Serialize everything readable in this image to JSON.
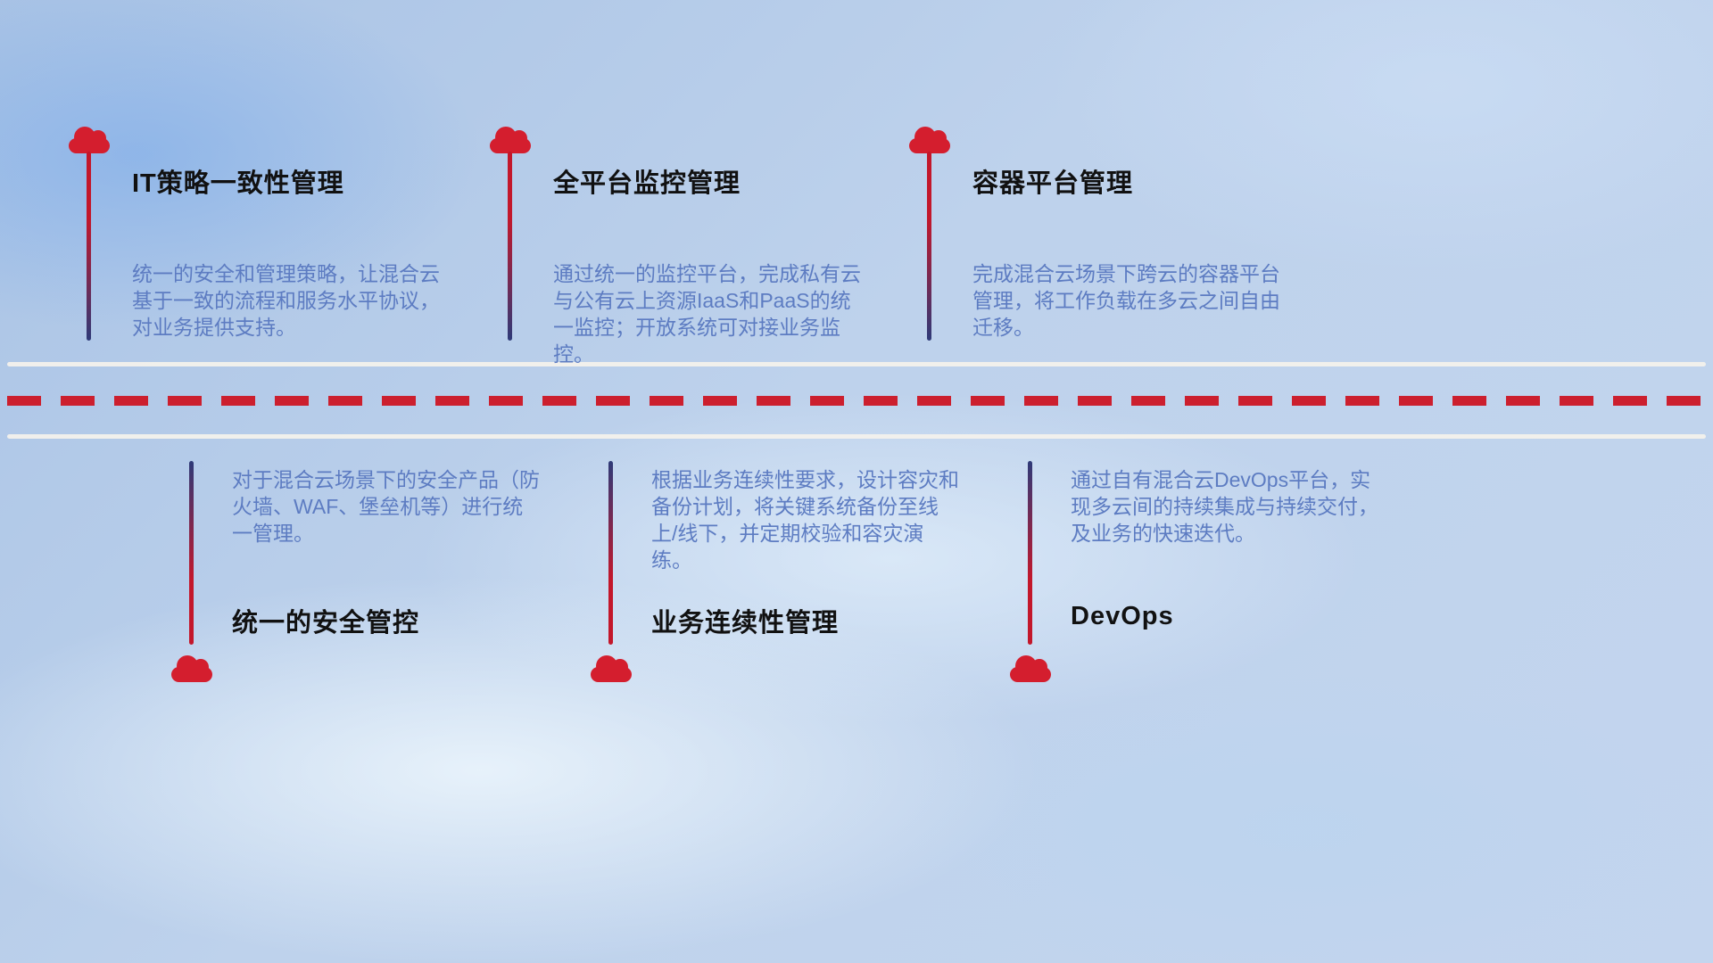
{
  "items_top": [
    {
      "title": "IT策略一致性管理",
      "desc": "统一的安全和管理策略，让混合云基于一致的流程和服务水平协议，对业务提供支持。"
    },
    {
      "title": "全平台监控管理",
      "desc": "通过统一的监控平台，完成私有云与公有云上资源IaaS和PaaS的统一监控；开放系统可对接业务监控。"
    },
    {
      "title": "容器平台管理",
      "desc": "完成混合云场景下跨云的容器平台管理，将工作负载在多云之间自由迁移。"
    }
  ],
  "items_bottom": [
    {
      "title": "统一的安全管控",
      "desc": "对于混合云场景下的安全产品（防火墙、WAF、堡垒机等）进行统一管理。"
    },
    {
      "title": "业务连续性管理",
      "desc": "根据业务连续性要求，设计容灾和备份计划，将关键系统备份至线上/线下，并定期校验和容灾演练。"
    },
    {
      "title": "DevOps",
      "desc": "通过自有混合云DevOps平台，实现多云间的持续集成与持续交付，及业务的快速迭代。"
    }
  ],
  "colors": {
    "cloud_red": "#d41e2e",
    "stem_navy": "#2e3a78",
    "stem_red": "#c3172b",
    "desc_text": "#5d7cc2",
    "title_text": "#111111",
    "dash_red": "#cc1f2e",
    "road_white": "#f3f1ec"
  }
}
